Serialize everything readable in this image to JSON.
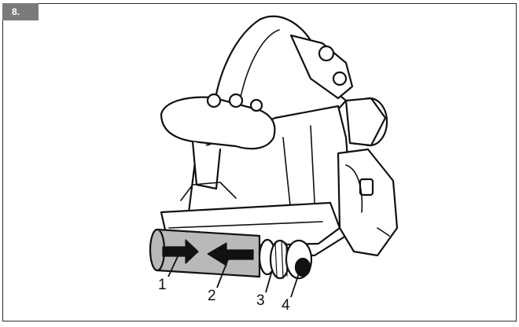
{
  "figure": {
    "number": "8.",
    "callouts": [
      {
        "id": "1",
        "label": "1"
      },
      {
        "id": "2",
        "label": "2"
      },
      {
        "id": "3",
        "label": "3"
      },
      {
        "id": "4",
        "label": "4"
      }
    ]
  }
}
